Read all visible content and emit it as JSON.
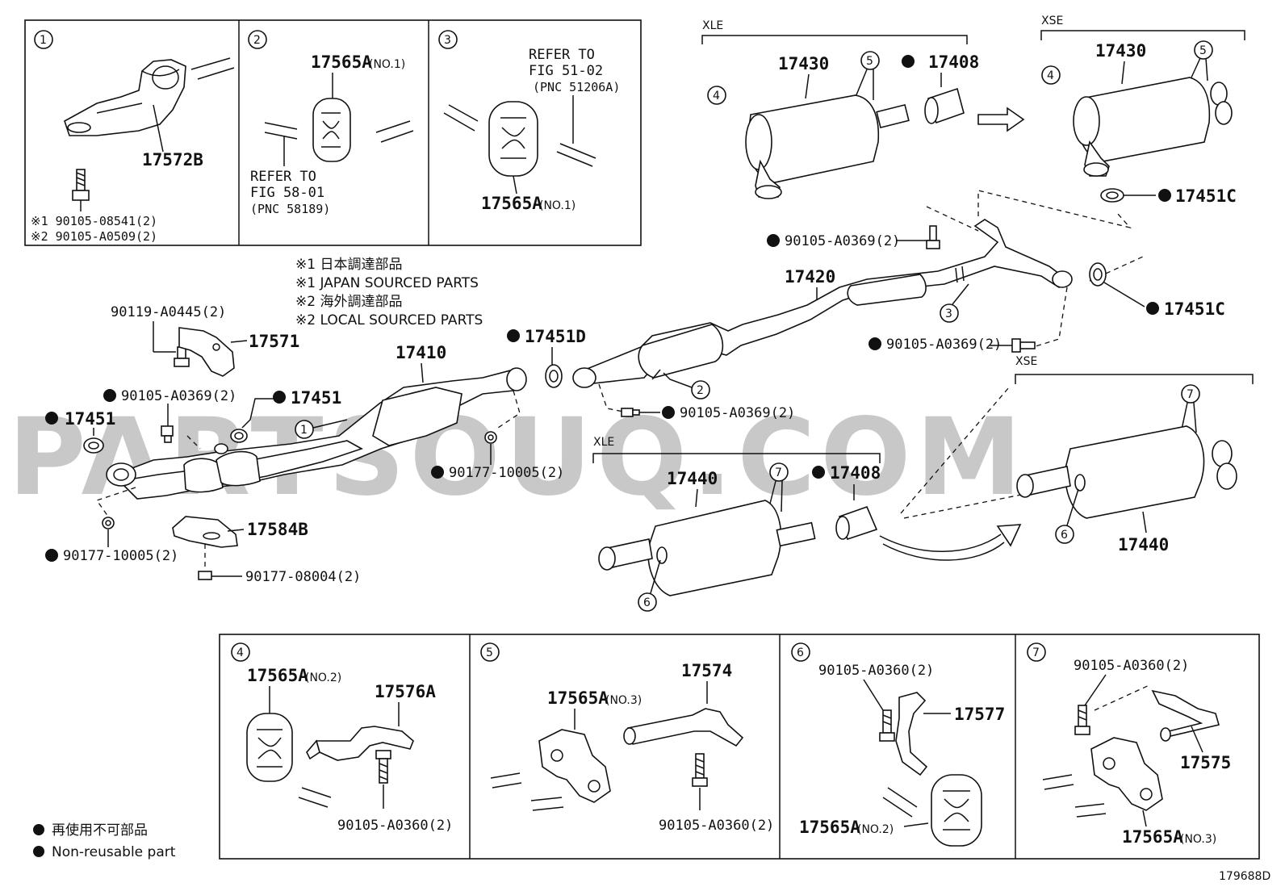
{
  "diagram_id": "179688D",
  "watermark": "PARTSOUQ.COM",
  "legend": {
    "jp_label": "再使用不可部品",
    "en_label": "Non-reusable part"
  },
  "notes": [
    "※1 日本調達部品",
    "※1 JAPAN SOURCED PARTS",
    "※2 海外調達部品",
    "※2 LOCAL SOURCED PARTS"
  ],
  "variant_labels": {
    "xle": "XLE",
    "xse": "XSE"
  },
  "callout_numbers": [
    "1",
    "2",
    "3",
    "4",
    "5",
    "6",
    "7"
  ],
  "inset_1": {
    "number": "1",
    "part": "17572B",
    "line1": "※1 90105-08541(2)",
    "line2": "※2 90105-A0509(2)"
  },
  "inset_2": {
    "number": "2",
    "part": "17565A",
    "part_suffix": "(NO.1)",
    "refer1": "REFER TO",
    "refer2": "FIG 58-01",
    "refer3": "(PNC 58189)"
  },
  "inset_3": {
    "number": "3",
    "part": "17565A",
    "part_suffix": "(NO.1)",
    "refer1": "REFER TO",
    "refer2": "FIG 51-02",
    "refer3": "(PNC 51206A)"
  },
  "inset_4": {
    "number": "4",
    "part_a": "17565A",
    "part_a_suffix": "(NO.2)",
    "part_b": "17576A",
    "bolt": "90105-A0360(2)"
  },
  "inset_5": {
    "number": "5",
    "part_a": "17565A",
    "part_a_suffix": "(NO.3)",
    "part_b": "17574",
    "bolt": "90105-A0360(2)"
  },
  "inset_6": {
    "number": "6",
    "bolt": "90105-A0360(2)",
    "part_b": "17577",
    "part_a": "17565A",
    "part_a_suffix": "(NO.2)"
  },
  "inset_7": {
    "number": "7",
    "bolt": "90105-A0360(2)",
    "part_b": "17575",
    "part_a": "17565A",
    "part_a_suffix": "(NO.3)"
  },
  "parts": {
    "p17430_xle": "17430",
    "p17408_top": "17408",
    "p17430_xse": "17430",
    "p17451C_top": "17451C",
    "p90105_A0369_a": "90105-A0369(2)",
    "p17420": "17420",
    "p17451C_mid": "17451C",
    "p90105_A0369_b": "90105-A0369(2)",
    "p90119_A0445": "90119-A0445(2)",
    "p17571": "17571",
    "p17410": "17410",
    "p17451D": "17451D",
    "p90105_A0369_c": "90105-A0369(2)",
    "p90105_A0369_d": "90105-A0369(2)",
    "p17451_left": "17451",
    "p17451_mid": "17451",
    "p90177_10005_a": "90177-10005(2)",
    "p90177_10005_b": "90177-10005(2)",
    "p17584B": "17584B",
    "p90177_08004": "90177-08004(2)",
    "p17440_xle": "17440",
    "p17408_bottom": "17408",
    "p17440_xse": "17440"
  }
}
